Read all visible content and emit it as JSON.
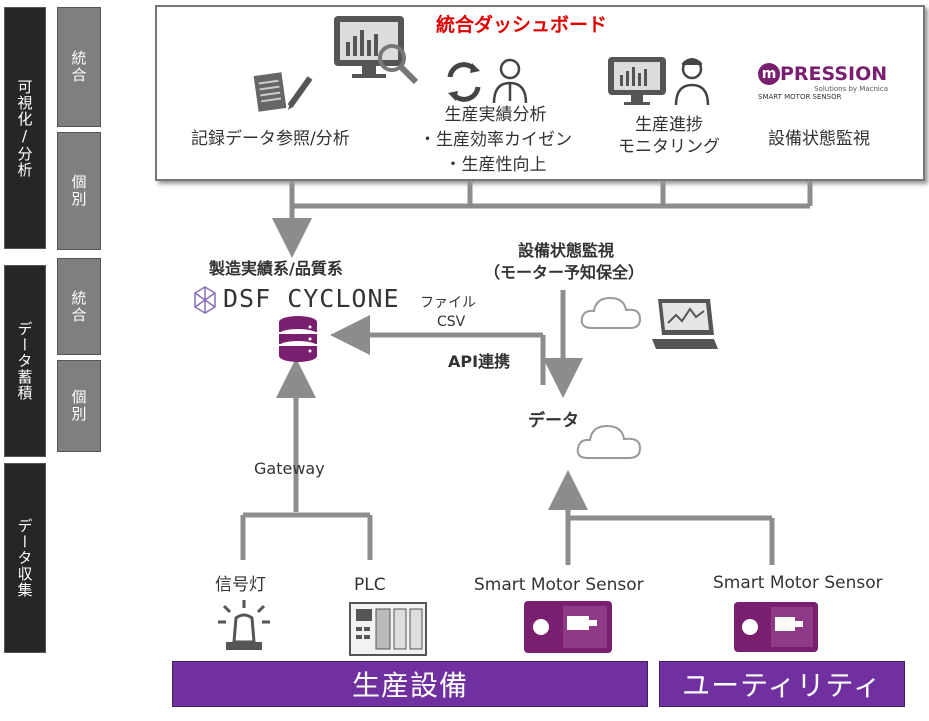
{
  "side_labels": {
    "visualization": "可視化/分析",
    "accumulation": "データ蓄積",
    "collection": "データ収集"
  },
  "sub_labels": {
    "integrated_1": "統合",
    "individual_1": "個別",
    "integrated_2": "統合",
    "individual_2": "個別"
  },
  "dashboard": {
    "title": "統合ダッシュボード",
    "item_records": "記録データ参照/分析",
    "item_production_line1": "生産実績分析",
    "item_production_line2": "・生産効率カイゼン",
    "item_production_line3": "・生産性向上",
    "item_progress_line1": "生産進捗",
    "item_progress_line2": "モニタリング",
    "item_equipment": "設備状態監視",
    "mpression_logo_text": "PRESSION",
    "mpression_sub": "Solutions by Macnica",
    "mpression_caption": "SMART MOTOR SENSOR"
  },
  "middle": {
    "mfg_title": "製造実績系/品質系",
    "dsf_logo": "DSF CYCLONE",
    "equipment_title_line1": "設備状態監視",
    "equipment_title_line2": "（モーター予知保全）",
    "file_label": "ファイル",
    "csv_label": "CSV",
    "api_label": "API連携",
    "data_label": "データ",
    "gateway_label": "Gateway"
  },
  "bottom": {
    "signal_light": "信号灯",
    "plc": "PLC",
    "sensor_1": "Smart Motor Sensor",
    "sensor_2": "Smart Motor Sensor",
    "bar_production": "生産設備",
    "bar_utility": "ユーティリティ"
  },
  "colors": {
    "purple": "#7030a0",
    "red_title": "#e00000",
    "connector_gray": "#8c8c8c",
    "side_dark": "#262626",
    "side_gray": "#7f7f7f"
  }
}
